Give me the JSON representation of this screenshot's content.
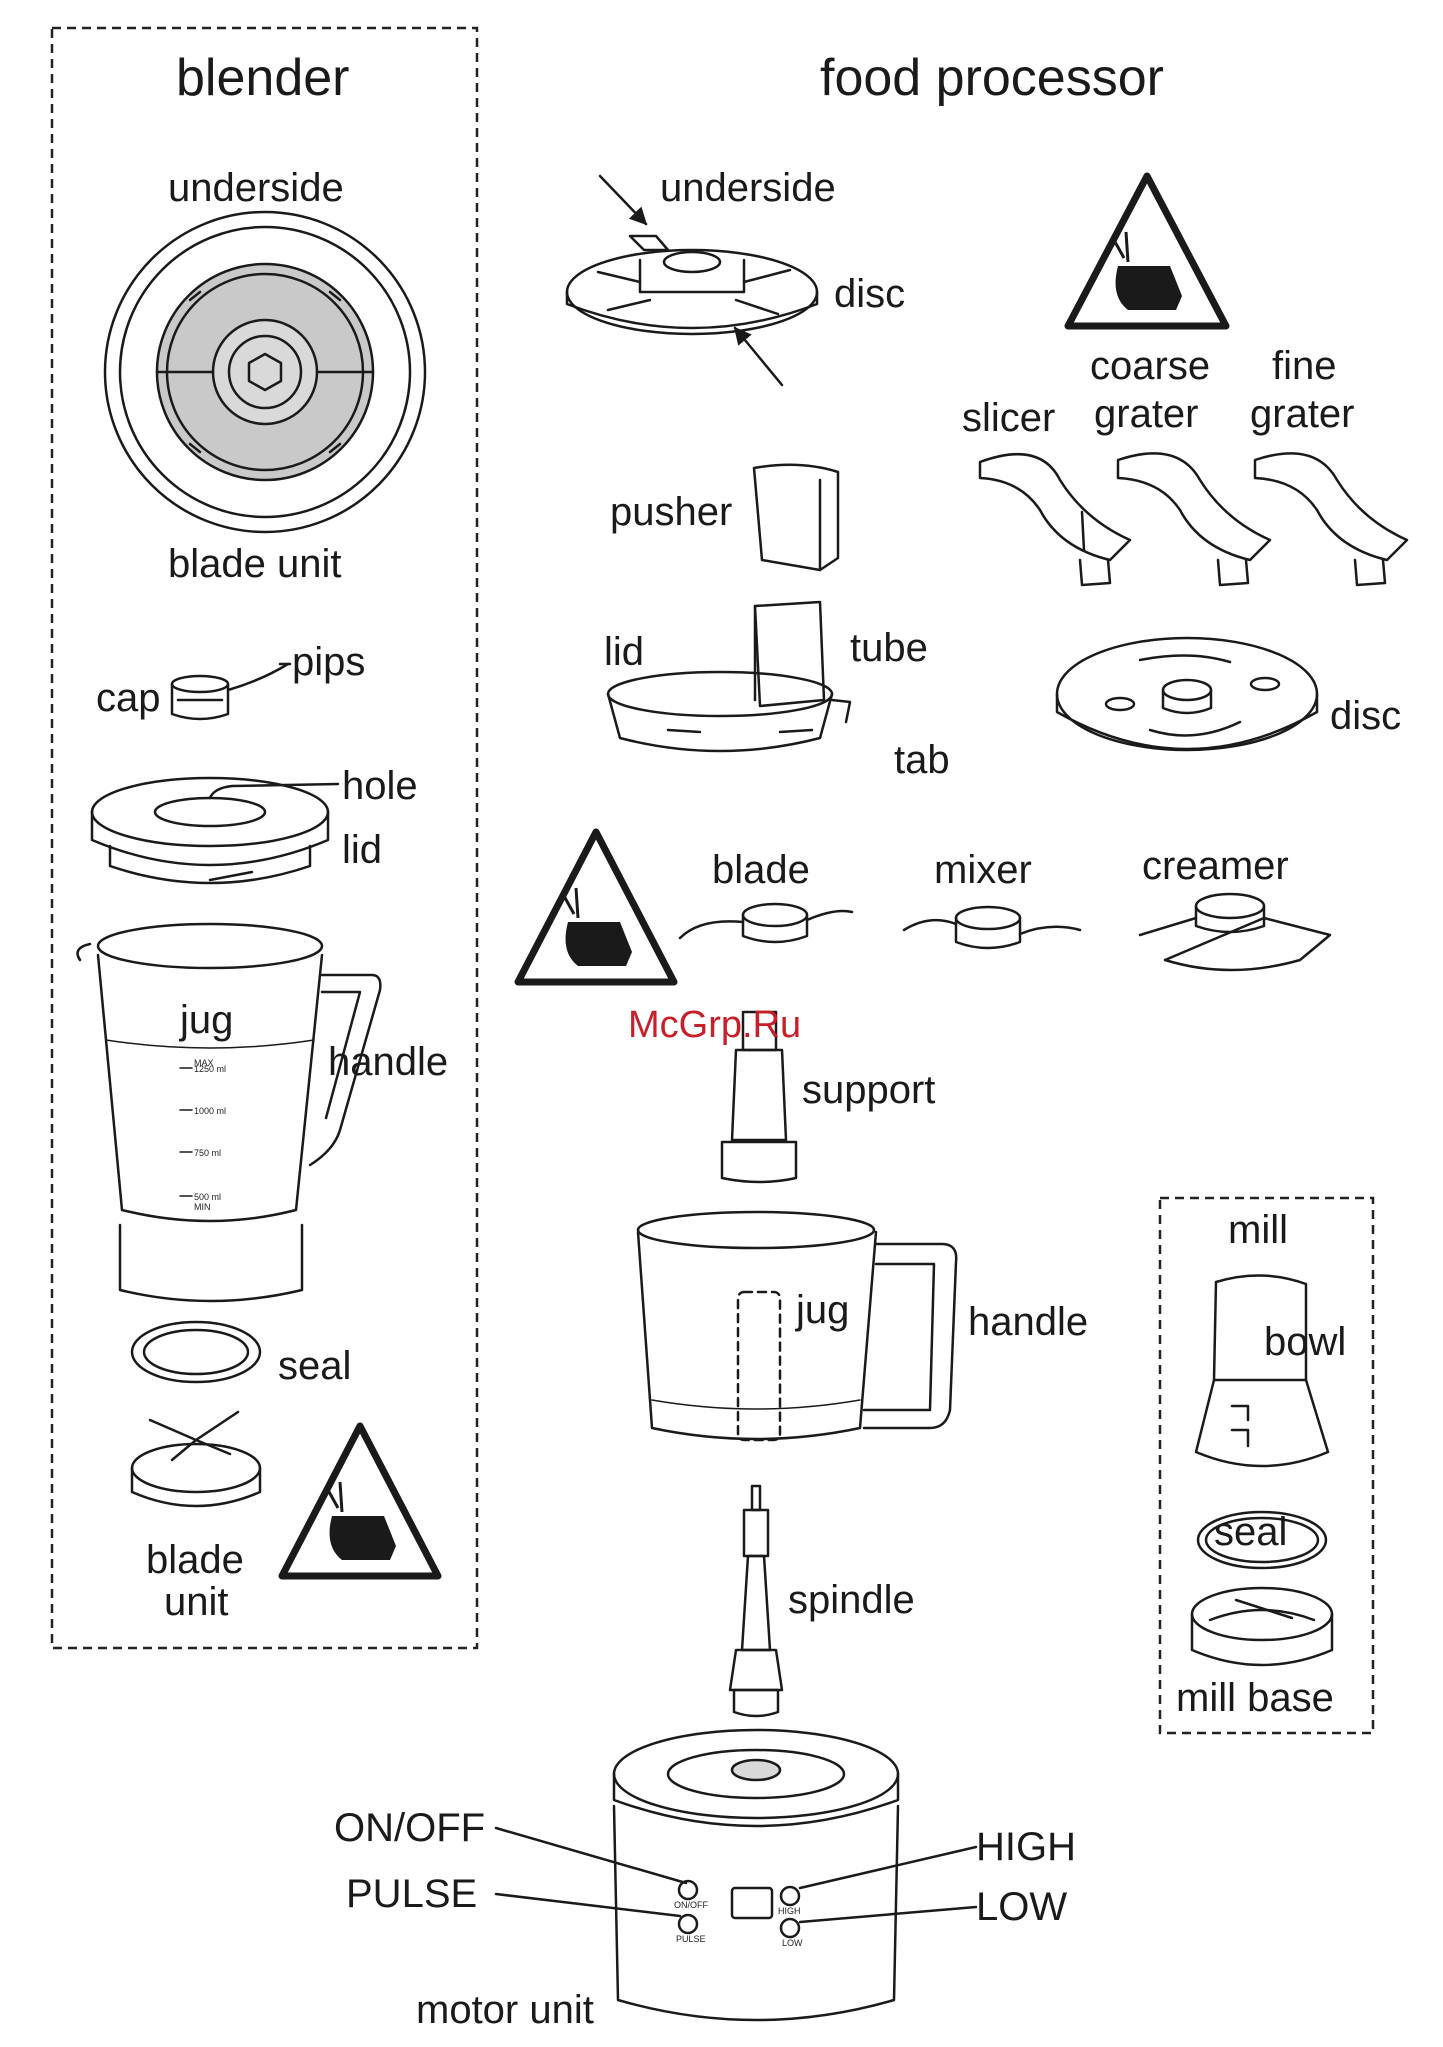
{
  "sections": {
    "blender": "blender",
    "food_processor": "food processor"
  },
  "blender": {
    "underside": "underside",
    "blade_unit": "blade unit",
    "pips": "pips",
    "cap": "cap",
    "hole": "hole",
    "lid": "lid",
    "jug": "jug",
    "handle": "handle",
    "seal": "seal",
    "blade_unit_line1": "blade",
    "blade_unit_line2": "unit"
  },
  "food_processor": {
    "underside": "underside",
    "disc": "disc",
    "coarse": "coarse",
    "fine": "fine",
    "slicer": "slicer",
    "grater_coarse": "grater",
    "grater_fine": "grater",
    "pusher": "pusher",
    "lid": "lid",
    "tube": "tube",
    "disc_right": "disc",
    "tab": "tab",
    "blade": "blade",
    "mixer": "mixer",
    "creamer": "creamer",
    "support": "support",
    "jug": "jug",
    "handle": "handle",
    "spindle": "spindle"
  },
  "controls": {
    "on_off": "ON/OFF",
    "pulse": "PULSE",
    "high": "HIGH",
    "low": "LOW",
    "motor_unit": "motor unit"
  },
  "mill": {
    "title": "mill",
    "bowl": "bowl",
    "seal": "seal",
    "base": "mill base"
  },
  "marks": {
    "max": "MAX",
    "g1250": "1250 ml",
    "g1000": "1000 ml",
    "g750": "750 ml",
    "g500": "500 ml",
    "min": "MIN",
    "on_off": "ON/OFF",
    "pulse": "PULSE",
    "high": "HIGH",
    "low": "LOW"
  },
  "watermark": "McGrp.Ru",
  "icons": [
    "warning-hand-icon",
    "warning-hand-icon",
    "warning-hand-icon"
  ]
}
